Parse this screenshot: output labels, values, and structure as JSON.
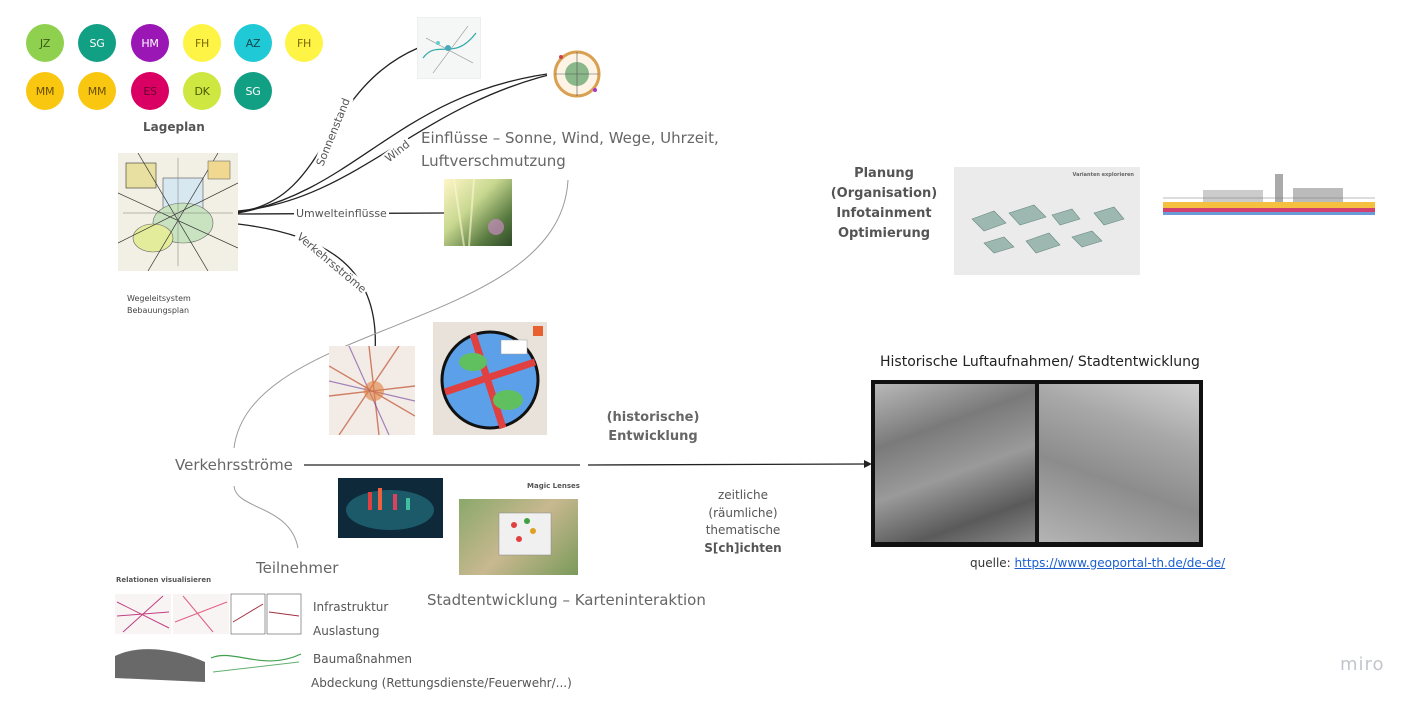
{
  "avatars": [
    {
      "initials": "JZ",
      "color": "#8fd14f",
      "text": "#3d5c1a"
    },
    {
      "initials": "SG",
      "color": "#12a085",
      "text": "#ffffff"
    },
    {
      "initials": "HM",
      "color": "#9a17b5",
      "text": "#ffffff"
    },
    {
      "initials": "FH",
      "color": "#fef445",
      "text": "#7a6a00"
    },
    {
      "initials": "AZ",
      "color": "#1fc9d6",
      "text": "#0e4a4f"
    },
    {
      "initials": "FH",
      "color": "#fef445",
      "text": "#7a6a00"
    },
    {
      "initials": "MM",
      "color": "#fac710",
      "text": "#6a4e00"
    },
    {
      "initials": "MM",
      "color": "#fac710",
      "text": "#6a4e00"
    },
    {
      "initials": "ES",
      "color": "#da0063",
      "text": "#6a0030"
    },
    {
      "initials": "DK",
      "color": "#cee741",
      "text": "#4d5a00"
    },
    {
      "initials": "SG",
      "color": "#12a085",
      "text": "#ffffff"
    }
  ],
  "lageplan": {
    "title": "Lageplan",
    "caption_line1": "Wegeleitsystem",
    "caption_line2": "Bebauungsplan"
  },
  "edges": {
    "sonnenstand": "Sonnenstand",
    "wind": "Wind",
    "umwelteinfluesse": "Umwelteinflüsse",
    "verkehrsstroeme": "Verkehrsströme"
  },
  "einfluesse": {
    "line1": "Einflüsse – Sonne, Wind, Wege, Uhrzeit,",
    "line2": "Luftverschmutzung"
  },
  "planung": {
    "line1": "Planung",
    "line2": "(Organisation)",
    "line3": "Infotainment",
    "line4": "Optimierung",
    "card_caption": "Varianten explorieren"
  },
  "historisch": {
    "title": "Historische Luftaufnahmen/ Stadtentwicklung",
    "source_label": "quelle: ",
    "source_link": "https://www.geoportal-th.de/de-de/"
  },
  "entwicklung": {
    "line1": "(historische)",
    "line2": "Entwicklung"
  },
  "schichten": {
    "line1": "zeitliche",
    "line2": "(räumliche)",
    "line3": "thematische",
    "line4": "S[ch]ichten"
  },
  "verkehr": {
    "label": "Verkehrsströme"
  },
  "teilnehmer": {
    "label": "Teilnehmer"
  },
  "stadtentwicklung": {
    "label": "Stadtentwicklung – Karteninteraktion",
    "lenses_caption": "Magic Lenses"
  },
  "relationen": {
    "title": "Relationen visualisieren",
    "items": [
      "Infrastruktur",
      "Auslastung",
      "Baumaßnahmen",
      "Abdeckung (Rettungsdienste/Feuerwehr/...)"
    ]
  },
  "brand": "miro"
}
